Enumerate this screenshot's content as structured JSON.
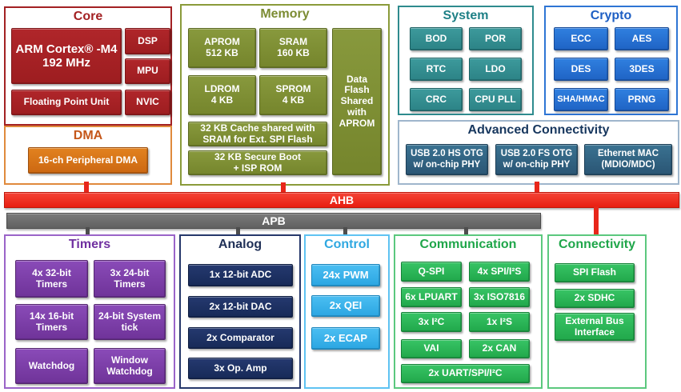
{
  "palette": {
    "core_red": "#A32123",
    "dma_orange": "#D96F1E",
    "memory_olive": "#7C8C33",
    "system_teal": "#2E8B8E",
    "crypto_blue": "#2470D4",
    "advconn_steel": "#30617F",
    "ahb_red": "#EE2B1C",
    "apb_gray": "#696969",
    "timers_purple": "#7A3BA6",
    "analog_navy": "#1E3168",
    "control_blue": "#3BB5F0",
    "comm_green": "#2BB857"
  },
  "buses": {
    "ahb": "AHB",
    "apb": "APB"
  },
  "core": {
    "title": "Core",
    "arm": "ARM Cortex® -M4\n192 MHz",
    "dsp": "DSP",
    "mpu": "MPU",
    "fpu": "Floating Point Unit",
    "nvic": "NVIC"
  },
  "dma": {
    "title": "DMA",
    "item": "16-ch Peripheral DMA"
  },
  "memory": {
    "title": "Memory",
    "aprom": "APROM\n512 KB",
    "sram": "SRAM\n160 KB",
    "ldrom": "LDROM\n4 KB",
    "sprom": "SPROM\n4 KB",
    "cache": "32 KB Cache shared with\nSRAM for  Ext. SPI Flash",
    "boot": "32 KB Secure Boot\n+ ISP ROM",
    "dataflash": "Data\nFlash\nShared\nwith\nAPROM"
  },
  "system": {
    "title": "System",
    "items": [
      "BOD",
      "POR",
      "RTC",
      "LDO",
      "CRC",
      "CPU PLL"
    ]
  },
  "crypto": {
    "title": "Crypto",
    "items": [
      "ECC",
      "AES",
      "DES",
      "3DES",
      "SHA/HMAC",
      "PRNG"
    ]
  },
  "advconn": {
    "title": "Advanced Connectivity",
    "items": [
      "USB 2.0 HS OTG\nw/ on-chip PHY",
      "USB 2.0 FS OTG\nw/ on-chip PHY",
      "Ethernet MAC\n(MDIO/MDC)"
    ]
  },
  "timers": {
    "title": "Timers",
    "items": [
      "4x 32-bit\nTimers",
      "3x 24-bit\nTimers",
      "14x 16-bit\nTimers",
      "24-bit System\ntick",
      "Watchdog",
      "Window\nWatchdog"
    ]
  },
  "analog": {
    "title": "Analog",
    "items": [
      "1x 12-bit ADC",
      "2x 12-bit DAC",
      "2x Comparator",
      "3x Op. Amp"
    ]
  },
  "control": {
    "title": "Control",
    "items": [
      "24x PWM",
      "2x QEI",
      "2x ECAP"
    ]
  },
  "communication": {
    "title": "Communication",
    "items": [
      "Q-SPI",
      "4x SPI/I²S",
      "6x LPUART",
      "3x ISO7816",
      "3x I²C",
      "1x I²S",
      "VAI",
      "2x CAN",
      "2x UART/SPI/I²C"
    ]
  },
  "connectivity": {
    "title": "Connectivity",
    "items": [
      "SPI Flash",
      "2x SDHC",
      "External Bus\nInterface"
    ]
  }
}
